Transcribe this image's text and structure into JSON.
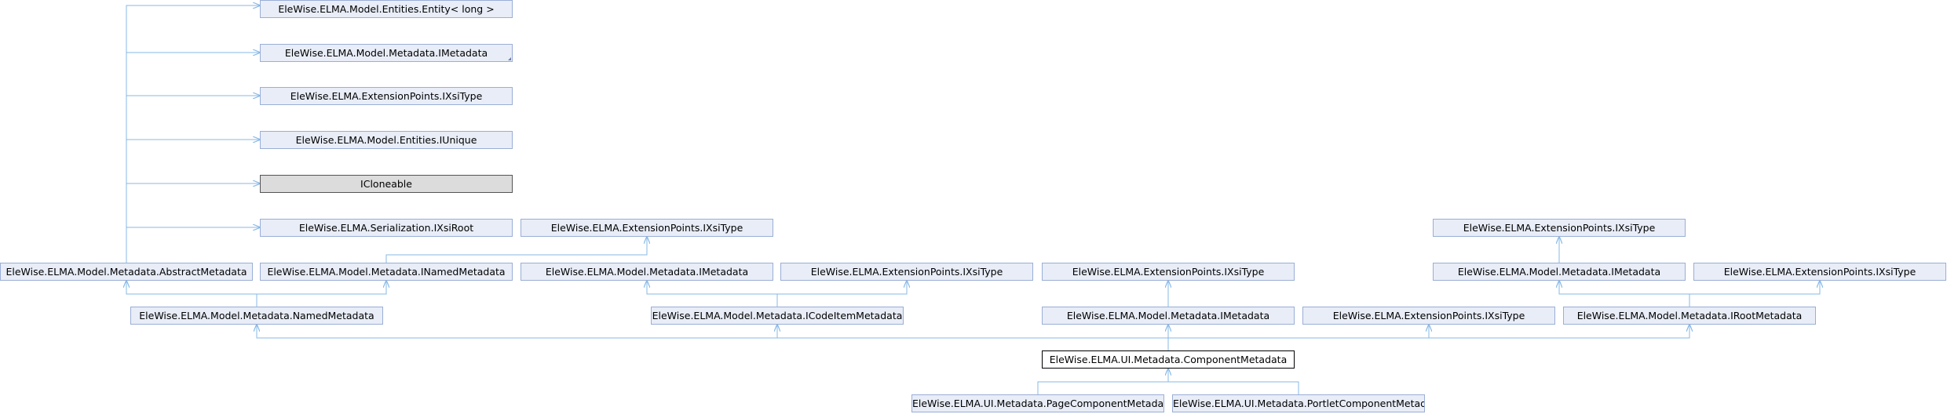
{
  "colors": {
    "edge": "#87b9e6",
    "node_fill": "#e8edf7",
    "node_border": "#9aaed6",
    "external_fill": "#dcdcdc",
    "focus_fill": "#ffffff"
  },
  "nodes": [
    {
      "id": "entity",
      "label": "EleWise.ELMA.Model.Entities.Entity< long >"
    },
    {
      "id": "imetadata_1",
      "label": "EleWise.ELMA.Model.Metadata.IMetadata"
    },
    {
      "id": "ixsitype_1",
      "label": "EleWise.ELMA.ExtensionPoints.IXsiType"
    },
    {
      "id": "iunique",
      "label": "EleWise.ELMA.Model.Entities.IUnique"
    },
    {
      "id": "icloneable",
      "label": "ICloneable"
    },
    {
      "id": "ixsiroot",
      "label": "EleWise.ELMA.Serialization.IXsiRoot"
    },
    {
      "id": "ixsitype_2",
      "label": "EleWise.ELMA.ExtensionPoints.IXsiType"
    },
    {
      "id": "ixsitype_3",
      "label": "EleWise.ELMA.ExtensionPoints.IXsiType"
    },
    {
      "id": "abstract_metadata",
      "label": "EleWise.ELMA.Model.Metadata.AbstractMetadata"
    },
    {
      "id": "inamed_metadata",
      "label": "EleWise.ELMA.Model.Metadata.INamedMetadata"
    },
    {
      "id": "imetadata_2",
      "label": "EleWise.ELMA.Model.Metadata.IMetadata"
    },
    {
      "id": "ixsitype_4",
      "label": "EleWise.ELMA.ExtensionPoints.IXsiType"
    },
    {
      "id": "ixsitype_5",
      "label": "EleWise.ELMA.ExtensionPoints.IXsiType"
    },
    {
      "id": "imetadata_3",
      "label": "EleWise.ELMA.Model.Metadata.IMetadata"
    },
    {
      "id": "ixsitype_6",
      "label": "EleWise.ELMA.ExtensionPoints.IXsiType"
    },
    {
      "id": "named_metadata",
      "label": "EleWise.ELMA.Model.Metadata.NamedMetadata"
    },
    {
      "id": "icodeitem_metadata",
      "label": "EleWise.ELMA.Model.Metadata.ICodeItemMetadata"
    },
    {
      "id": "imetadata_4",
      "label": "EleWise.ELMA.Model.Metadata.IMetadata"
    },
    {
      "id": "ixsitype_7",
      "label": "EleWise.ELMA.ExtensionPoints.IXsiType"
    },
    {
      "id": "iroot_metadata",
      "label": "EleWise.ELMA.Model.Metadata.IRootMetadata"
    },
    {
      "id": "component_metadata",
      "label": "EleWise.ELMA.UI.Metadata.ComponentMetadata"
    },
    {
      "id": "page_component_metadata",
      "label": "EleWise.ELMA.UI.Metadata.PageComponentMetadata"
    },
    {
      "id": "portlet_component_metadata",
      "label": "EleWise.ELMA.UI.Metadata.PortletComponentMetadata"
    }
  ]
}
